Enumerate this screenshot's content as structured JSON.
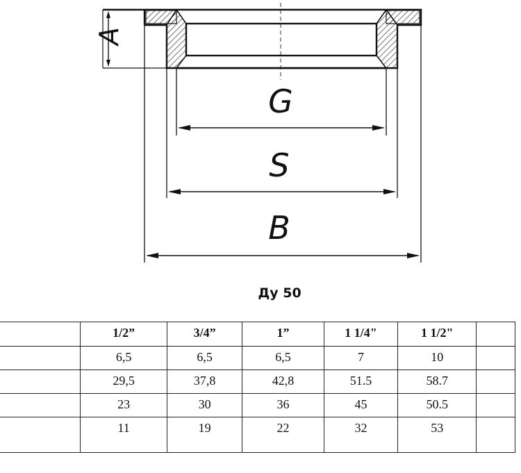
{
  "drawing": {
    "labels": {
      "a": "A",
      "g": "G",
      "s": "S",
      "b": "B"
    },
    "line_color": "#111111",
    "hatch_color": "#222222"
  },
  "subtitle": "Ду 50",
  "table": {
    "columns": [
      "",
      "1/2”",
      "3/4”",
      "1”",
      "1 1/4\"",
      "1 1/2\"",
      ""
    ],
    "rows": [
      [
        "",
        "6,5",
        "6,5",
        "6,5",
        "7",
        "10",
        ""
      ],
      [
        "",
        "29,5",
        "37,8",
        "42,8",
        "51.5",
        "58.7",
        ""
      ],
      [
        "",
        "23",
        "30",
        "36",
        "45",
        "50.5",
        ""
      ],
      [
        "",
        "11",
        "19",
        "22",
        "32",
        "53",
        ""
      ]
    ]
  }
}
